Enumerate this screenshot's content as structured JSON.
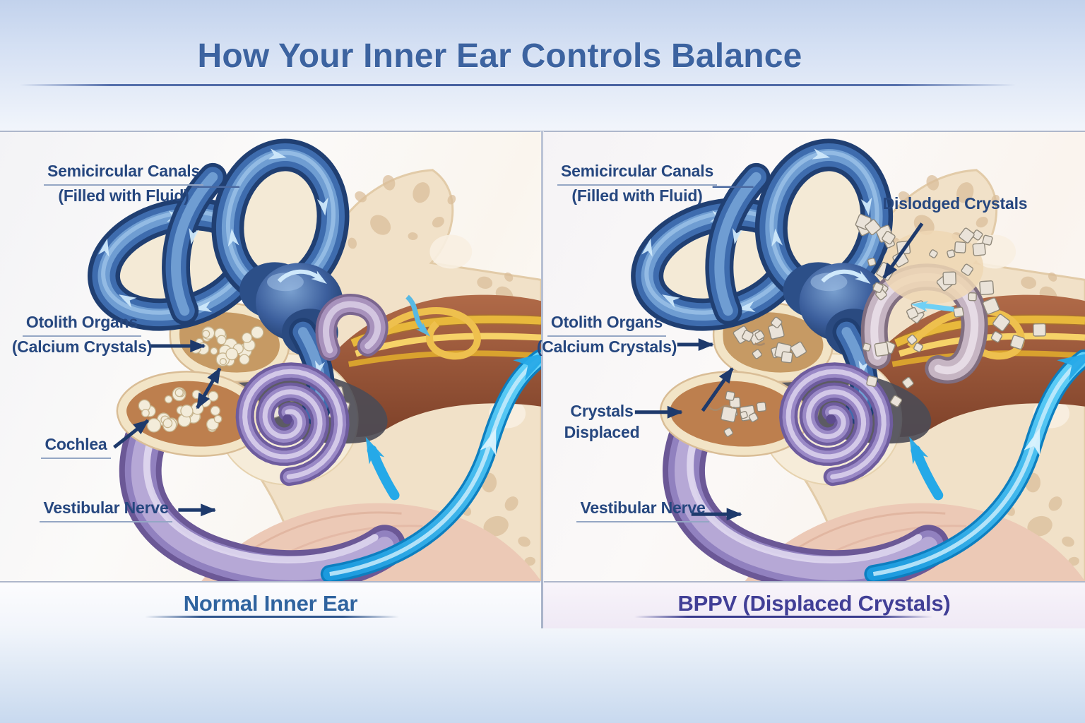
{
  "title": "How Your Inner Ear Controls Balance",
  "left": {
    "caption": "Normal Inner Ear",
    "labels": {
      "semicircular": "Semicircular Canals",
      "semicircular_sub": "(Filled with Fluid)",
      "otolith": "Otolith Organs",
      "otolith_sub": "(Calcium Crystals)",
      "cochlea": "Cochlea",
      "vestibular": "Vestibular Nerve"
    }
  },
  "right": {
    "caption": "BPPV (Displaced Crystals)",
    "labels": {
      "semicircular": "Semicircular Canals",
      "semicircular_sub": "(Filled with Fluid)",
      "dislodged": "Dislodged Crystals",
      "otolith": "Otolith Organs",
      "otolith_sub": "(Calcium Crystals)",
      "crystals": "Crystals",
      "displaced": "Displaced",
      "vestibular": "Vestibular Nerve"
    }
  },
  "colors": {
    "title_text": "#3c63a0",
    "label_text": "#26477f",
    "caption_left": "#2f639f",
    "caption_right": "#413f96",
    "annotation_navy": "#1e3a6c",
    "canal_blue_dark": "#203f72",
    "canal_blue": "#3e6cae",
    "canal_blue_light": "#6f9dd2",
    "fluid_arrow": "#cfe9fb",
    "signal_cyan": "#25a9e8",
    "nerve_yellow": "#e8b83c",
    "cochlea_purple": "#9181bf",
    "bone_beige": "#f1e1c8",
    "bone_spot": "#d9bc98",
    "otolith_tan": "#c69a64",
    "crystal_white": "#f3ecda"
  }
}
